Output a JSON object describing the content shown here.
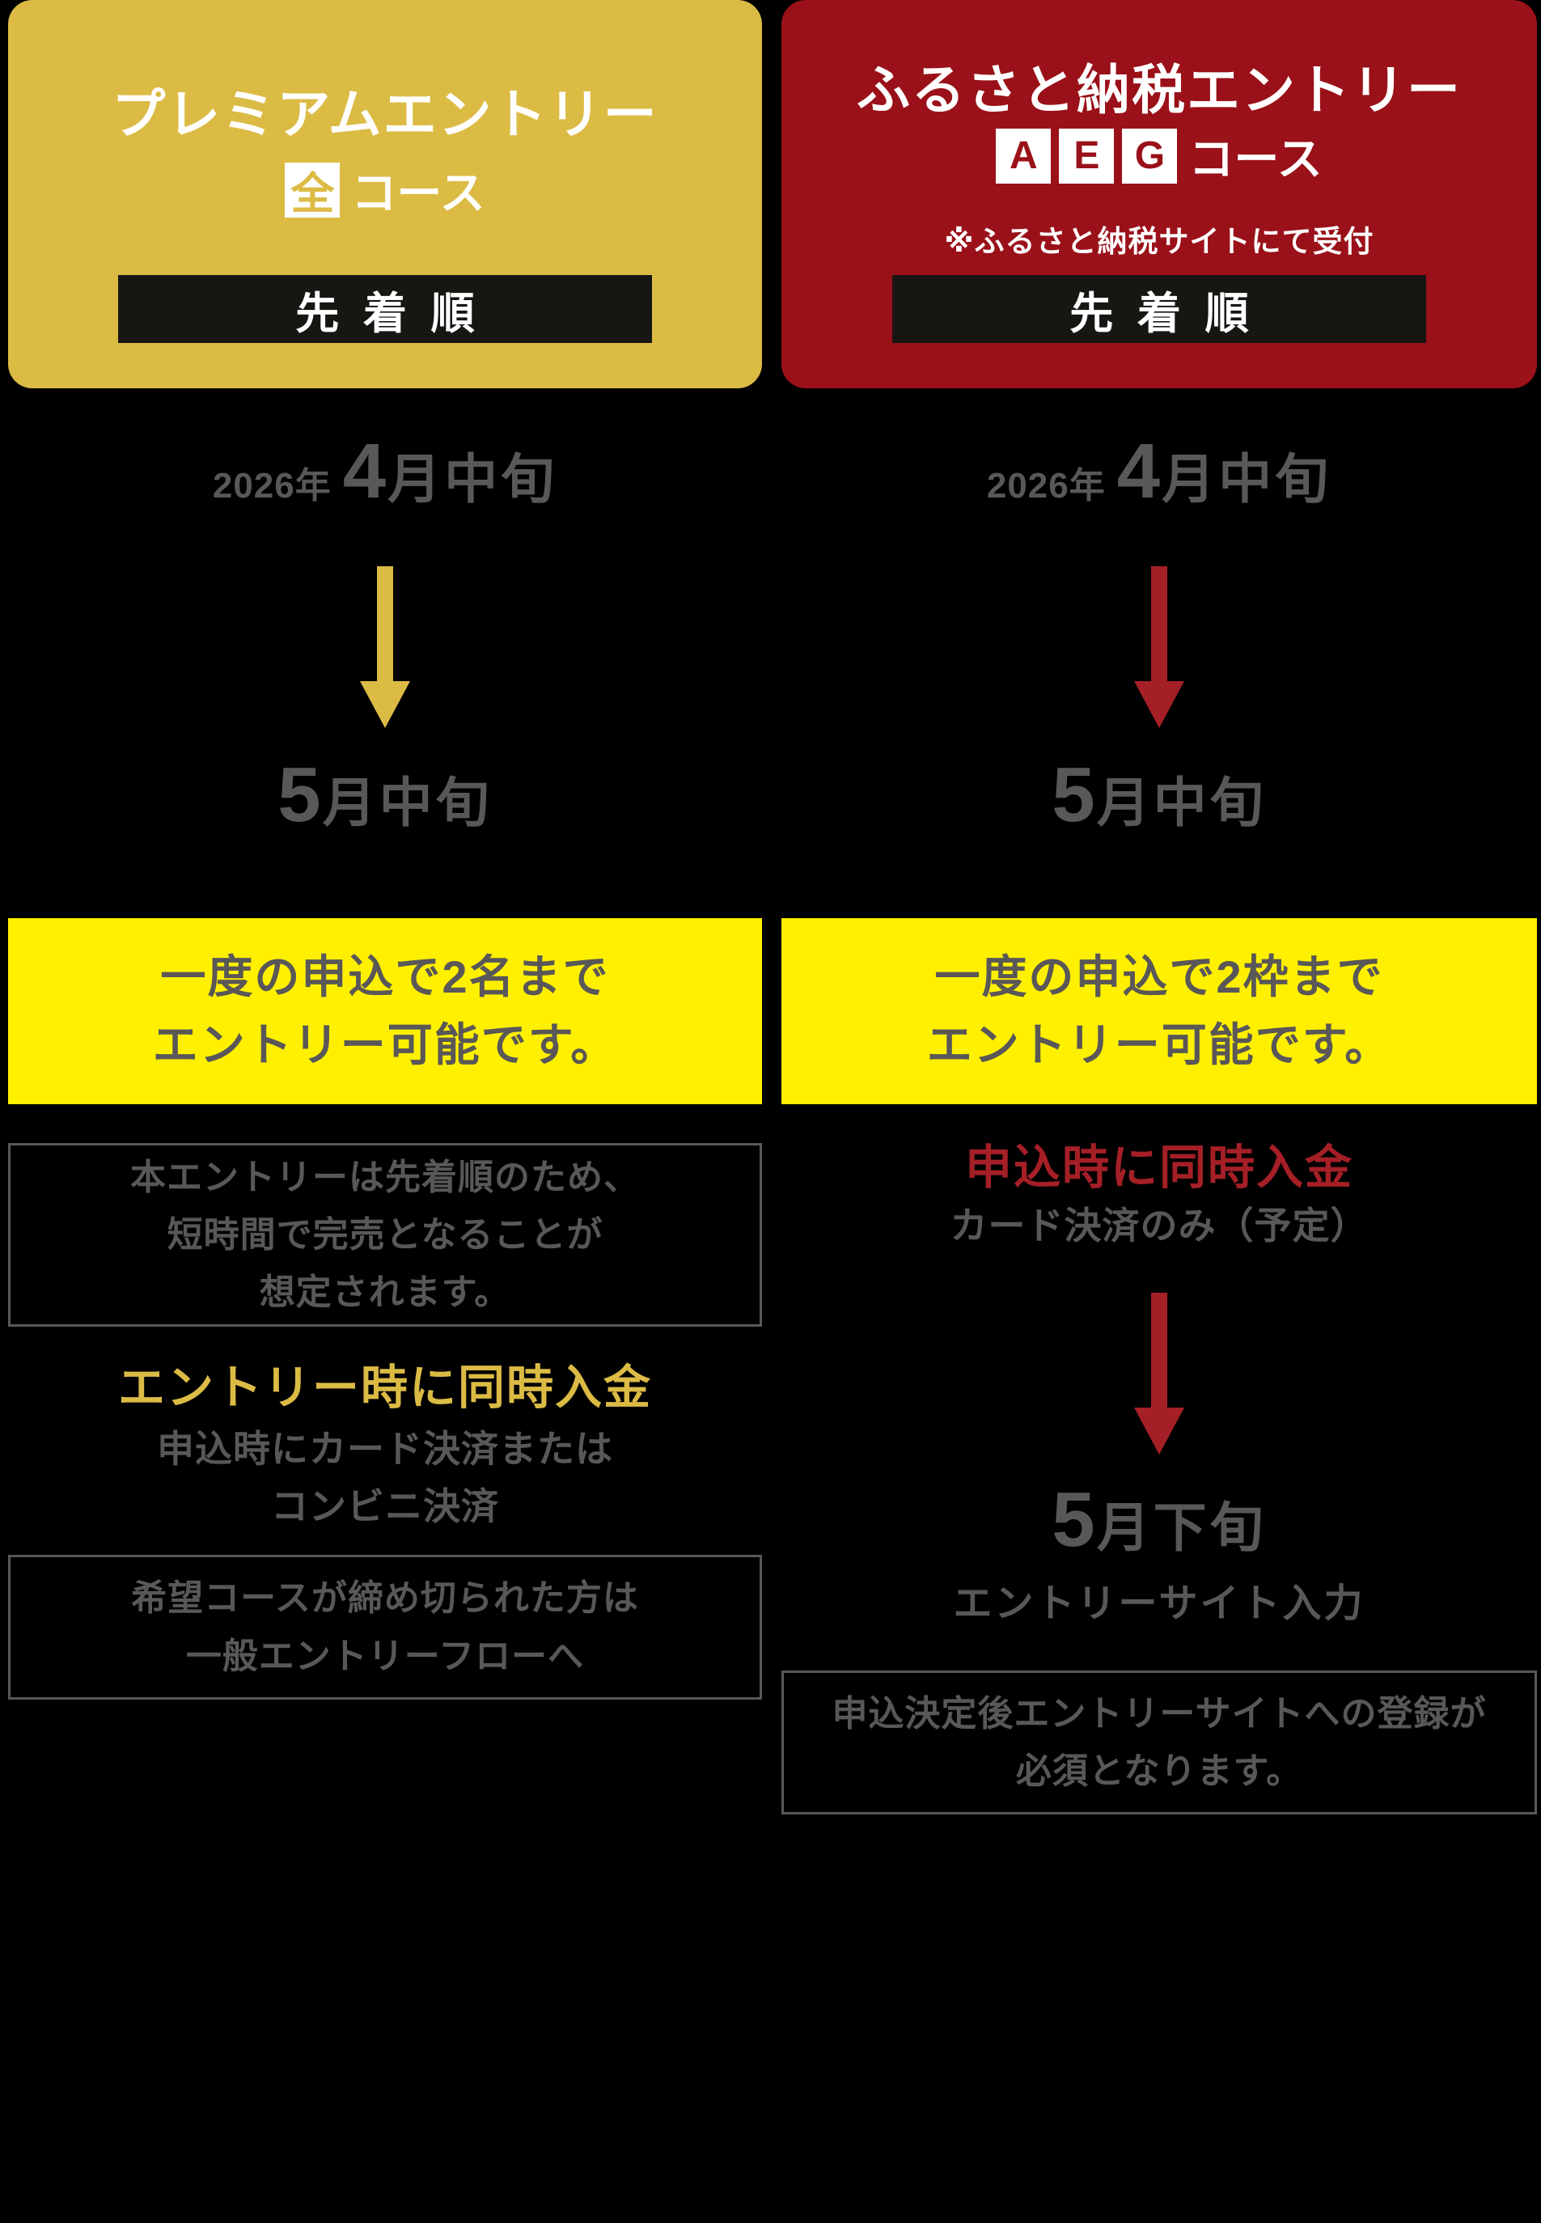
{
  "colors": {
    "gold": "#dcbb45",
    "dark_red": "#9a1119",
    "accent_red": "#a51f27",
    "yellow": "#fff000",
    "text_gray": "#595757",
    "bar_black": "#181613",
    "background": "#000000"
  },
  "left": {
    "header": {
      "title": "プレミアムエントリー",
      "course_badge": "全",
      "course_suffix": "コース",
      "priority_bar": "先着順"
    },
    "schedule": {
      "start_year": "2026年",
      "start_month_digit": "4",
      "start_month_label": "月中旬",
      "mid_month_digit": "5",
      "mid_month_label": "月中旬"
    },
    "capacity": {
      "line1": "一度の申込で2名まで",
      "line2": "エントリー可能です。"
    },
    "caution": {
      "line1": "本エントリーは先着順のため、",
      "line2": "短時間で完売となることが",
      "line3": "想定されます。"
    },
    "payment": {
      "heading": "エントリー時に同時入金",
      "line1": "申込時にカード決済または",
      "line2": "コンビニ決済"
    },
    "fallback": {
      "line1": "希望コースが締め切られた方は",
      "line2": "一般エントリーフローへ"
    }
  },
  "right": {
    "header": {
      "title": "ふるさと納税エントリー",
      "course_letters": [
        "A",
        "E",
        "G"
      ],
      "course_suffix": "コース",
      "note": "※ふるさと納税サイトにて受付",
      "priority_bar": "先着順"
    },
    "schedule": {
      "start_year": "2026年",
      "start_month_digit": "4",
      "start_month_label": "月中旬",
      "mid_month_digit": "5",
      "mid_month_label": "月中旬",
      "late_month_digit": "5",
      "late_month_label": "月下旬"
    },
    "capacity": {
      "line1": "一度の申込で2枠まで",
      "line2": "エントリー可能です。"
    },
    "payment": {
      "heading": "申込時に同時入金",
      "line1": "カード決済のみ（予定）"
    },
    "entry_site_label": "エントリーサイト入力",
    "registration_note": {
      "line1": "申込決定後エントリーサイトへの登録が",
      "line2": "必須となります。"
    }
  }
}
